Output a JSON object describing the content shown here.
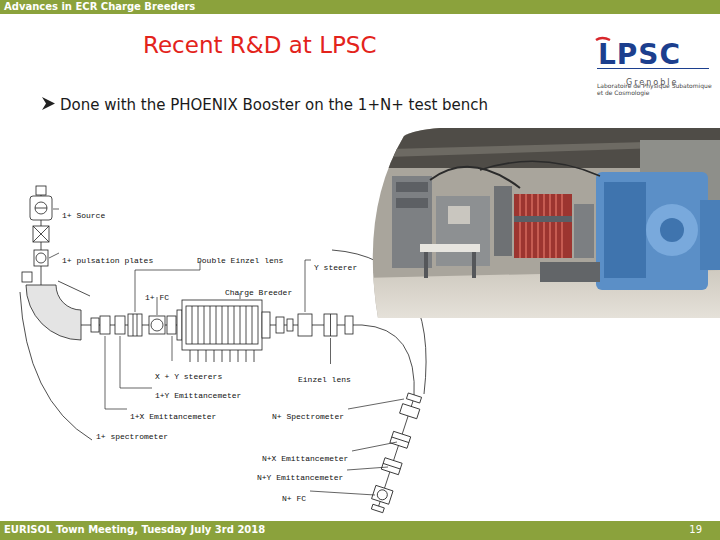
{
  "diagram": {
    "title": "Recent R&D at LPSC",
    "nodes": [
      {
        "text": [
          "Advances in ECR Charge Breeders"
        ]
      },
      {
        "text": [
          "EURISOL Town Meeting, Tuesday July 3rd 2018",
          "19"
        ]
      }
    ],
    "labels": [
      "Done with the PHOENIX Booster on the 1+N+ test bench",
      "LPSC",
      "Grenoble",
      "Laboratoire de Physique Subatomique et de Cosmologie",
      "1+ Source",
      "1+ pulsation plates",
      "Double Einzel lens",
      "1+ FC",
      "Charge Breeder",
      "Y steerer",
      "X + Y steerers",
      "Einzel lens",
      "1+Y Emittancemeter",
      "1+X Emittancemeter",
      "N+ Spectrometer",
      "1+ spectrometer",
      "N+X Emittancemeter",
      "N+Y Emittancemeter",
      "N+ FC"
    ]
  }
}
